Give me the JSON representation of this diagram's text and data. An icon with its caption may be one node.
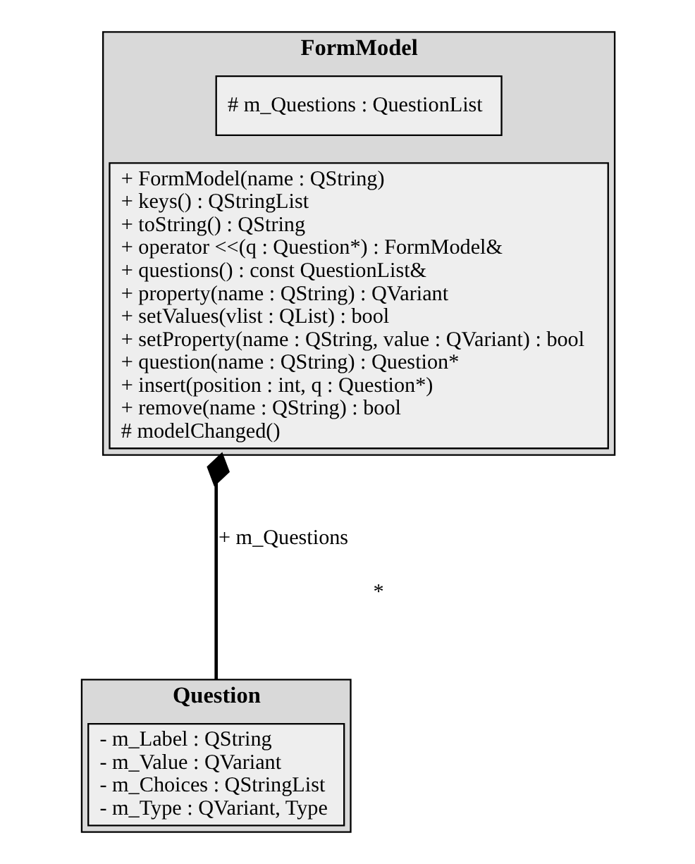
{
  "diagram": {
    "nodes": [
      {
        "text": [
          "FormModel"
        ]
      },
      {
        "text": [
          "# m_Questions : QuestionList"
        ],
        "in": 0
      },
      {
        "text": [
          "+ FormModel(name : QString)",
          "+ keys() : QStringList",
          "+ toString() : QString",
          "+ operator <<(q : Question*) : FormModel&",
          "+ questions() : const QuestionList&",
          "+ property(name : QString) : QVariant",
          "+ setValues(vlist : QList) : bool",
          "+ setProperty(name : QString, value : QVariant) : bool",
          "+ question(name : QString) : Question*",
          "+ insert(position : int, q : Question*)",
          "+ remove(name : QString) : bool",
          "# modelChanged()"
        ],
        "in": 0
      },
      {
        "text": [
          "Question"
        ]
      },
      {
        "text": [
          "- m_Label : QString",
          "- m_Value : QVariant",
          "- m_Choices : QStringList",
          "- m_Type : QVariant, Type"
        ],
        "in": 3
      }
    ],
    "edges": [
      {
        "from": 0,
        "to": 3,
        "arrow": "other",
        "label": "+ m_Questions"
      }
    ],
    "labels": [
      "*"
    ]
  }
}
